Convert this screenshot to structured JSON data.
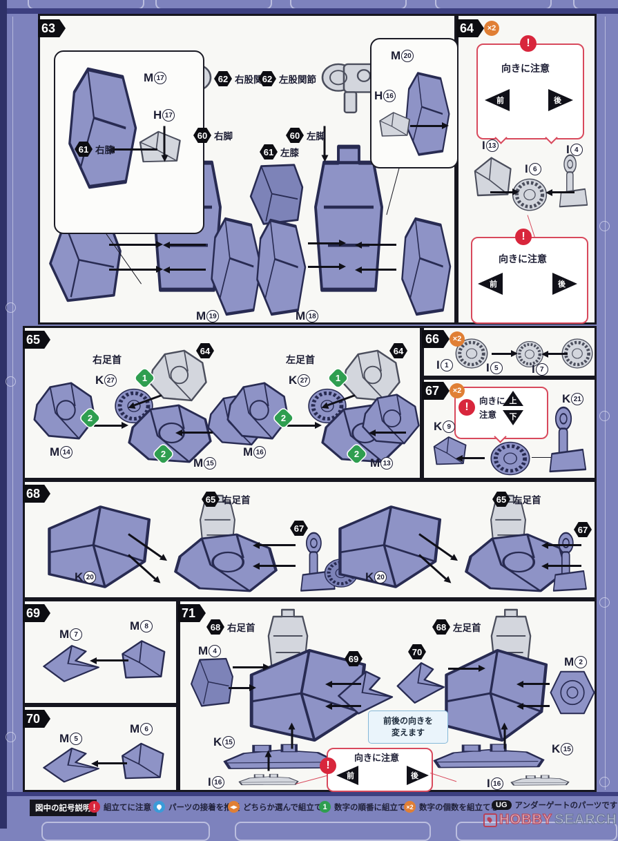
{
  "colors": {
    "page_bg": "#7d82bd",
    "part_blue": "#8e93c6",
    "part_gray": "#d3d6dd",
    "accent_red": "#d8263c",
    "accent_orange": "#e07f35",
    "accent_green": "#2f9e50",
    "accent_blue": "#3b9bd8",
    "panel_bg": "#f8f8f5"
  },
  "panels": {
    "p63": {
      "step": "63",
      "insetL": {
        "m": {
          "letter": "M",
          "num": "17"
        },
        "h": {
          "letter": "H",
          "num": "17"
        }
      },
      "insetR": {
        "m": {
          "letter": "M",
          "num": "20"
        },
        "h": {
          "letter": "H",
          "num": "16"
        }
      },
      "calloutHipR": {
        "num": "62",
        "label": "右股関節"
      },
      "calloutLegR": {
        "num": "60",
        "label": "右脚"
      },
      "calloutKneeR": {
        "num": "61",
        "label": "右膝"
      },
      "calloutHipL": {
        "num": "62",
        "label": "左股関節"
      },
      "calloutLegL": {
        "num": "60",
        "label": "左脚"
      },
      "calloutKneeL": {
        "num": "61",
        "label": "左膝"
      },
      "m19": {
        "letter": "M",
        "num": "19"
      },
      "m18": {
        "letter": "M",
        "num": "18"
      }
    },
    "p64": {
      "step": "64",
      "multiplier": "×2",
      "warnTop": {
        "title": "向きに注意",
        "front": "前",
        "back": "後"
      },
      "warnBottom": {
        "title": "向きに注意",
        "front": "前",
        "back": "後"
      },
      "i13": {
        "letter": "I",
        "num": "13"
      },
      "i4": {
        "letter": "I",
        "num": "4"
      },
      "i6": {
        "letter": "I",
        "num": "6"
      }
    },
    "p65": {
      "step": "65",
      "right": {
        "title": "右足首",
        "ref": "64",
        "k27": {
          "letter": "K",
          "num": "27"
        },
        "s1": "1",
        "s2": "2",
        "s2b": "2",
        "mA": {
          "letter": "M",
          "num": "14"
        },
        "mB": {
          "letter": "M",
          "num": "15"
        }
      },
      "left": {
        "title": "左足首",
        "ref": "64",
        "k27": {
          "letter": "K",
          "num": "27"
        },
        "s1": "1",
        "s2": "2",
        "s2b": "2",
        "mA": {
          "letter": "M",
          "num": "16"
        },
        "mB": {
          "letter": "M",
          "num": "13"
        }
      }
    },
    "p66": {
      "step": "66",
      "multiplier": "×2",
      "i1": {
        "letter": "I",
        "num": "1"
      },
      "i5": {
        "letter": "I",
        "num": "5"
      },
      "i7": {
        "letter": "I",
        "num": "7"
      }
    },
    "p67": {
      "step": "67",
      "multiplier": "×2",
      "warn": {
        "line1": "向きに",
        "line2": "注意",
        "up": "上",
        "down": "下"
      },
      "k9": {
        "letter": "K",
        "num": "9"
      },
      "k21": {
        "letter": "K",
        "num": "21"
      }
    },
    "p68": {
      "step": "68",
      "right": {
        "ref65": "65",
        "label": "右足首",
        "ref67": "67",
        "k20": {
          "letter": "K",
          "num": "20"
        }
      },
      "left": {
        "ref65": "65",
        "label": "左足首",
        "ref67": "67",
        "k20": {
          "letter": "K",
          "num": "20"
        }
      }
    },
    "p69": {
      "step": "69",
      "mA": {
        "letter": "M",
        "num": "7"
      },
      "mB": {
        "letter": "M",
        "num": "8"
      }
    },
    "p70": {
      "step": "70",
      "mA": {
        "letter": "M",
        "num": "5"
      },
      "mB": {
        "letter": "M",
        "num": "6"
      }
    },
    "p71": {
      "step": "71",
      "right": {
        "ref68": "68",
        "label": "右足首",
        "m4": {
          "letter": "M",
          "num": "4"
        },
        "ref69": "69",
        "k15": {
          "letter": "K",
          "num": "15"
        },
        "i16": {
          "letter": "I",
          "num": "16"
        }
      },
      "left": {
        "ref68": "68",
        "label": "左足首",
        "ref70": "70",
        "m2": {
          "letter": "M",
          "num": "2"
        },
        "k15": {
          "letter": "K",
          "num": "15"
        },
        "i16": {
          "letter": "I",
          "num": "16"
        }
      },
      "note": {
        "line1": "前後の向きを",
        "line2": "変えます"
      },
      "warn": {
        "title": "向きに注意",
        "front": "前",
        "back": "後"
      }
    }
  },
  "legend": {
    "title": "図中の記号説明",
    "items": [
      {
        "badge": "!",
        "label": "組立てに注意"
      },
      {
        "badge": "",
        "label": "パーツの接着を推奨"
      },
      {
        "badge": "◀▶",
        "label": "どちらか選んで組立てる"
      },
      {
        "badge": "1",
        "label": "数字の順番に組立てる"
      },
      {
        "badge": "×2",
        "label": "数字の個数を組立てる"
      },
      {
        "badge": "UG",
        "label": "アンダーゲートのパーツです"
      }
    ]
  },
  "watermark": {
    "hobby": "HOBBY",
    "search": "SEARCH"
  }
}
